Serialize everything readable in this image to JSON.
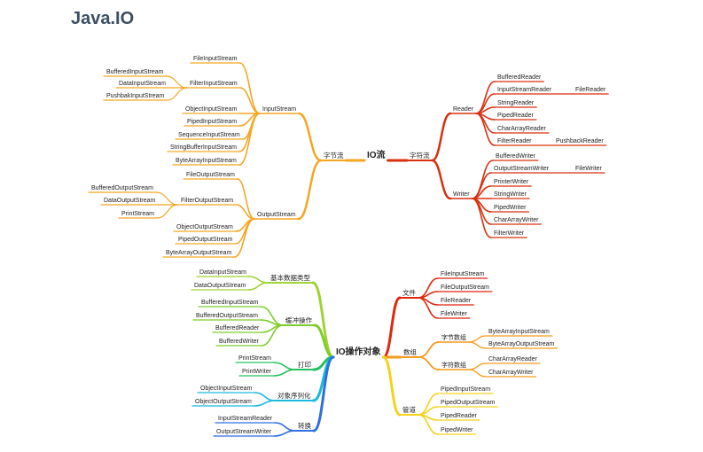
{
  "page": {
    "title": "Java.IO"
  },
  "colors": {
    "byte": "#f5a623",
    "char": "#d8300e",
    "basic": "#9fd234",
    "buffer": "#7ccd2a",
    "print": "#22c05c",
    "serial": "#1bbada",
    "convert": "#2f6ee0",
    "file": "#e0260e",
    "array": "#f59a1c",
    "pipe": "#f5d21c",
    "dark": "#222222"
  },
  "diagram1": {
    "root": "IO流",
    "byte_stream": "字节流",
    "char_stream": "字符流",
    "input_stream": "InputStream",
    "output_stream": "OutputStream",
    "reader": "Reader",
    "writer": "Writer",
    "file_input_stream": "FileInputStream",
    "filter_input_stream": "FilterInputStream",
    "buffered_input_stream": "BufferedInputStream",
    "data_input_stream": "DataInputStream",
    "pushback_input_stream": "PushbakInputStream",
    "object_input_stream": "ObjectInputStream",
    "piped_input_stream": "PipedInputStream",
    "sequence_input_stream": "SequenceInputStream",
    "string_buffer_input_stream": "StringBufferInputStream",
    "byte_array_input_stream": "ByteArrayInputStream",
    "file_output_stream": "FileOutputStream",
    "filter_output_stream": "FilterOutputStream",
    "buffered_output_stream": "BufferedOutputStream",
    "data_output_stream": "DataOutputStream",
    "print_stream": "PrintStream",
    "object_output_stream": "ObjectOutputStream",
    "piped_output_stream": "PipedOutputStream",
    "byte_array_output_stream": "ByteArrayOutputStream",
    "buffered_reader": "BufferedReader",
    "input_stream_reader": "InputStreamReader",
    "file_reader": "FileReader",
    "string_reader": "StringReader",
    "piped_reader": "PipedReader",
    "char_array_reader": "CharArrayReader",
    "filter_reader": "FilterReader",
    "pushback_reader": "PushbackReader",
    "buffered_writer": "BufferedWriter",
    "output_stream_writer": "OutputStreamWriter",
    "file_writer": "FileWriter",
    "printer_writer": "PrinterWriter",
    "string_writer": "StringWriter",
    "piped_writer": "PipedWriter",
    "char_array_writer": "CharArrayWriter",
    "filter_writer": "FilterWriter"
  },
  "diagram2": {
    "root": "IO操作对象",
    "basic_types": "基本数据类型",
    "data_input_stream": "DataInputStream",
    "data_output_stream": "DataOutputStream",
    "buffering": "缓冲操作",
    "buffered_input_stream": "BufferedInputStream",
    "buffered_output_stream": "BufferedOutputStream",
    "buffered_reader": "BufferedReader",
    "buffered_writer": "BufferedWriter",
    "print": "打印",
    "print_stream": "PrintStream",
    "print_writer": "PrintWriter",
    "serialization": "对象序列化",
    "object_input_stream": "ObjectInputStream",
    "object_output_stream": "ObjectOutputStream",
    "conversion": "转换",
    "input_stream_reader": "InputStreamReader",
    "output_stream_writer": "OutputStreamWriter",
    "file": "文件",
    "file_input_stream": "FileInputStream",
    "file_output_stream": "FileOutputStream",
    "file_reader": "FileReader",
    "file_writer": "FileWriter",
    "array": "数组",
    "byte_array": "字节数组",
    "byte_array_input_stream": "ByteArrayInputStream",
    "byte_array_output_stream": "ByteArrayOutputStream",
    "char_array": "字符数组",
    "char_array_reader": "CharArrayReader",
    "char_array_writer": "CharArrayWriter",
    "pipe": "管道",
    "piped_input_stream": "PipedInputStream",
    "piped_output_stream": "PipedOutputStream",
    "piped_reader": "PipedReader",
    "piped_writer": "PipedWriter"
  }
}
